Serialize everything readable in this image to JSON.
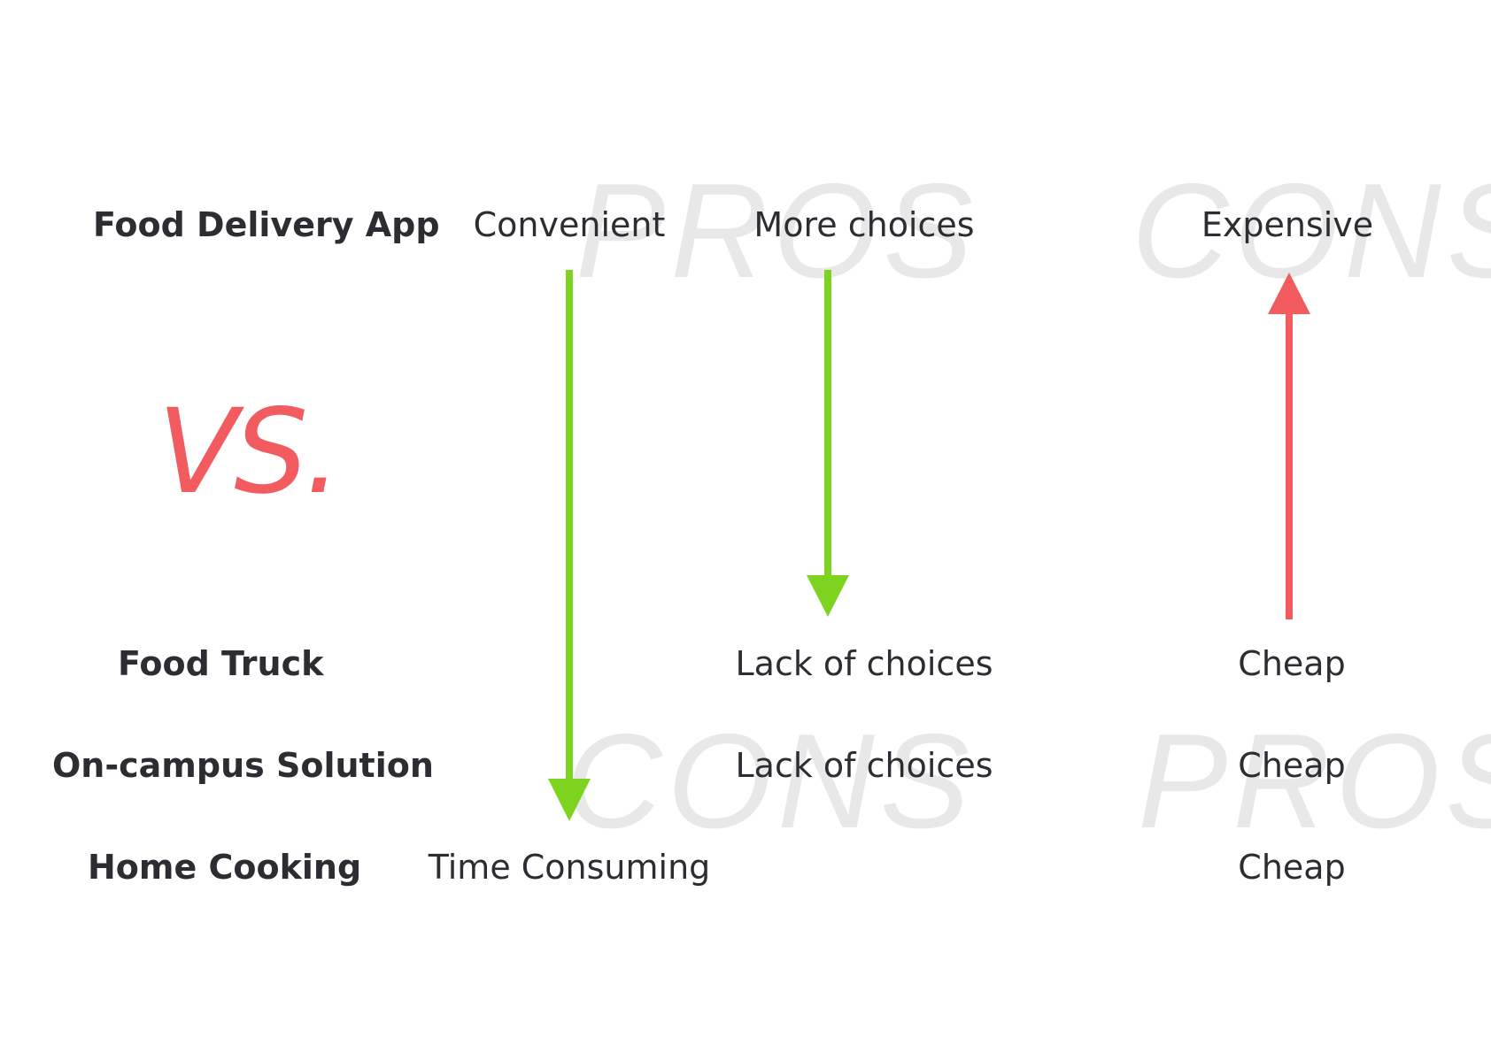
{
  "watermarks": {
    "pros_top": "PROS",
    "cons_top": "CONS",
    "cons_bottom": "CONS",
    "pros_bottom": "PROS"
  },
  "vs_text": "VS.",
  "rows": {
    "food_delivery_app": {
      "label": "Food Delivery App",
      "col1": "Convenient",
      "col2": "More choices",
      "col3": "Expensive"
    },
    "food_truck": {
      "label": "Food Truck",
      "col1": "",
      "col2": "Lack of choices",
      "col3": "Cheap"
    },
    "on_campus_solution": {
      "label": "On-campus Solution",
      "col1": "",
      "col2": "Lack of choices",
      "col3": "Cheap"
    },
    "home_cooking": {
      "label": "Home Cooking",
      "col1": "Time Consuming",
      "col2": "",
      "col3": "Cheap"
    }
  },
  "colors": {
    "text": "#2b2d33",
    "accent_red": "#f25b5f",
    "arrow_green": "#7ed321",
    "watermark": "#e8e8e8"
  },
  "arrows": [
    {
      "name": "arrow-convenient-to-time-consuming",
      "direction": "down",
      "color": "green"
    },
    {
      "name": "arrow-more-choices-to-lack-of-choices",
      "direction": "down",
      "color": "green"
    },
    {
      "name": "arrow-cheap-to-expensive",
      "direction": "up",
      "color": "red"
    }
  ]
}
